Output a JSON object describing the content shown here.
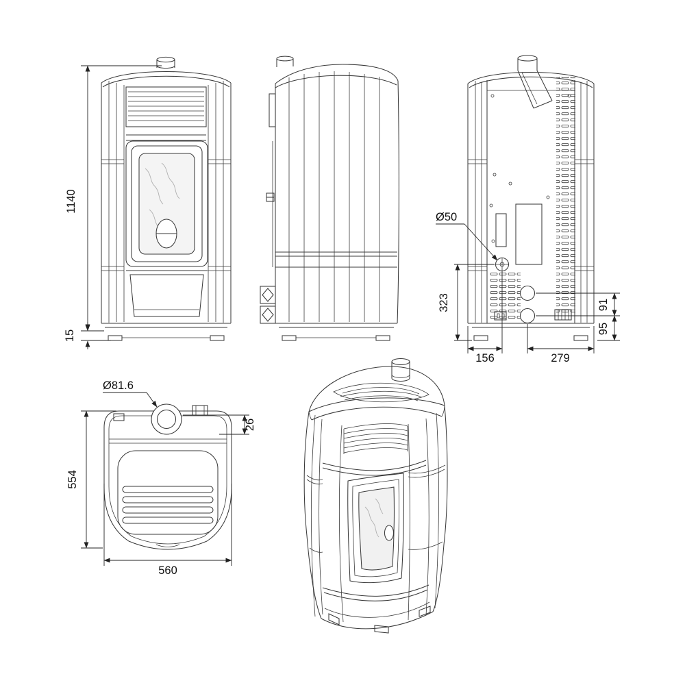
{
  "drawing": {
    "line_color": "#3a3a3a",
    "dimensions": {
      "front_height": "1140",
      "front_base_height": "15",
      "rear_flue_diameter": "Ø50",
      "rear_inlet_height": "323",
      "rear_outlet_bottom": "95",
      "rear_outlet_spacing": "91",
      "rear_left_offset": "156",
      "rear_right_offset": "279",
      "top_flue_diameter": "Ø81.6",
      "top_flue_offset": "26",
      "top_depth": "554",
      "top_width": "560"
    }
  }
}
